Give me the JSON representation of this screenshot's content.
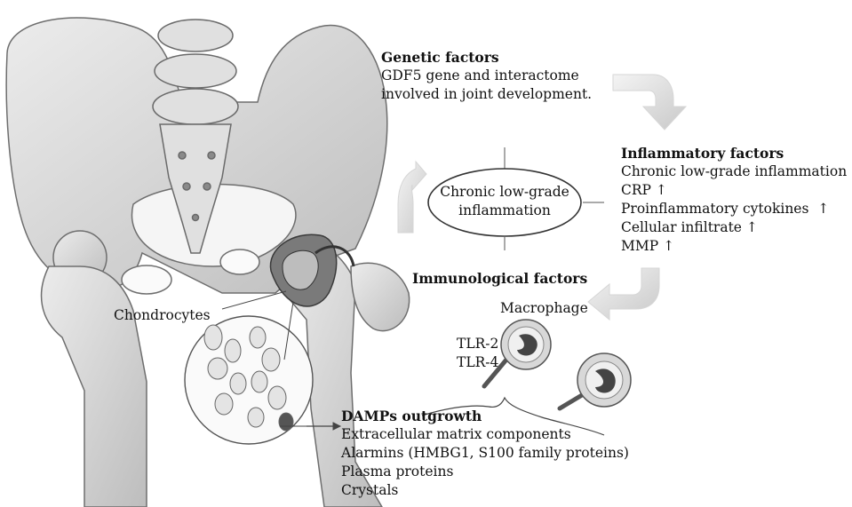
{
  "genetic": {
    "heading": "Genetic factors",
    "lines": [
      "GDF5 gene and interactome",
      "involved in joint development."
    ]
  },
  "inflammatory": {
    "heading": "Inflammatory factors",
    "lines": [
      "Chronic low-grade inflammation",
      "CRP ↑",
      "Proinflammatory cytokines  ↑",
      "Cellular infiltrate ↑",
      "MMP ↑"
    ]
  },
  "immunological": {
    "heading": "Immunological factors"
  },
  "center": {
    "lines": [
      "Chronic low-grade",
      "inflammation"
    ]
  },
  "chondrocytes_label": "Chondrocytes",
  "macrophage_label": "Macrophage",
  "tlr_labels": [
    "TLR-2",
    "TLR-4"
  ],
  "damps": {
    "heading": "DAMPs outgrowth",
    "lines": [
      "Extracellular matrix components",
      "Alarmins (HMBG1, S100 family proteins)",
      "Plasma proteins",
      "Crystals"
    ]
  }
}
